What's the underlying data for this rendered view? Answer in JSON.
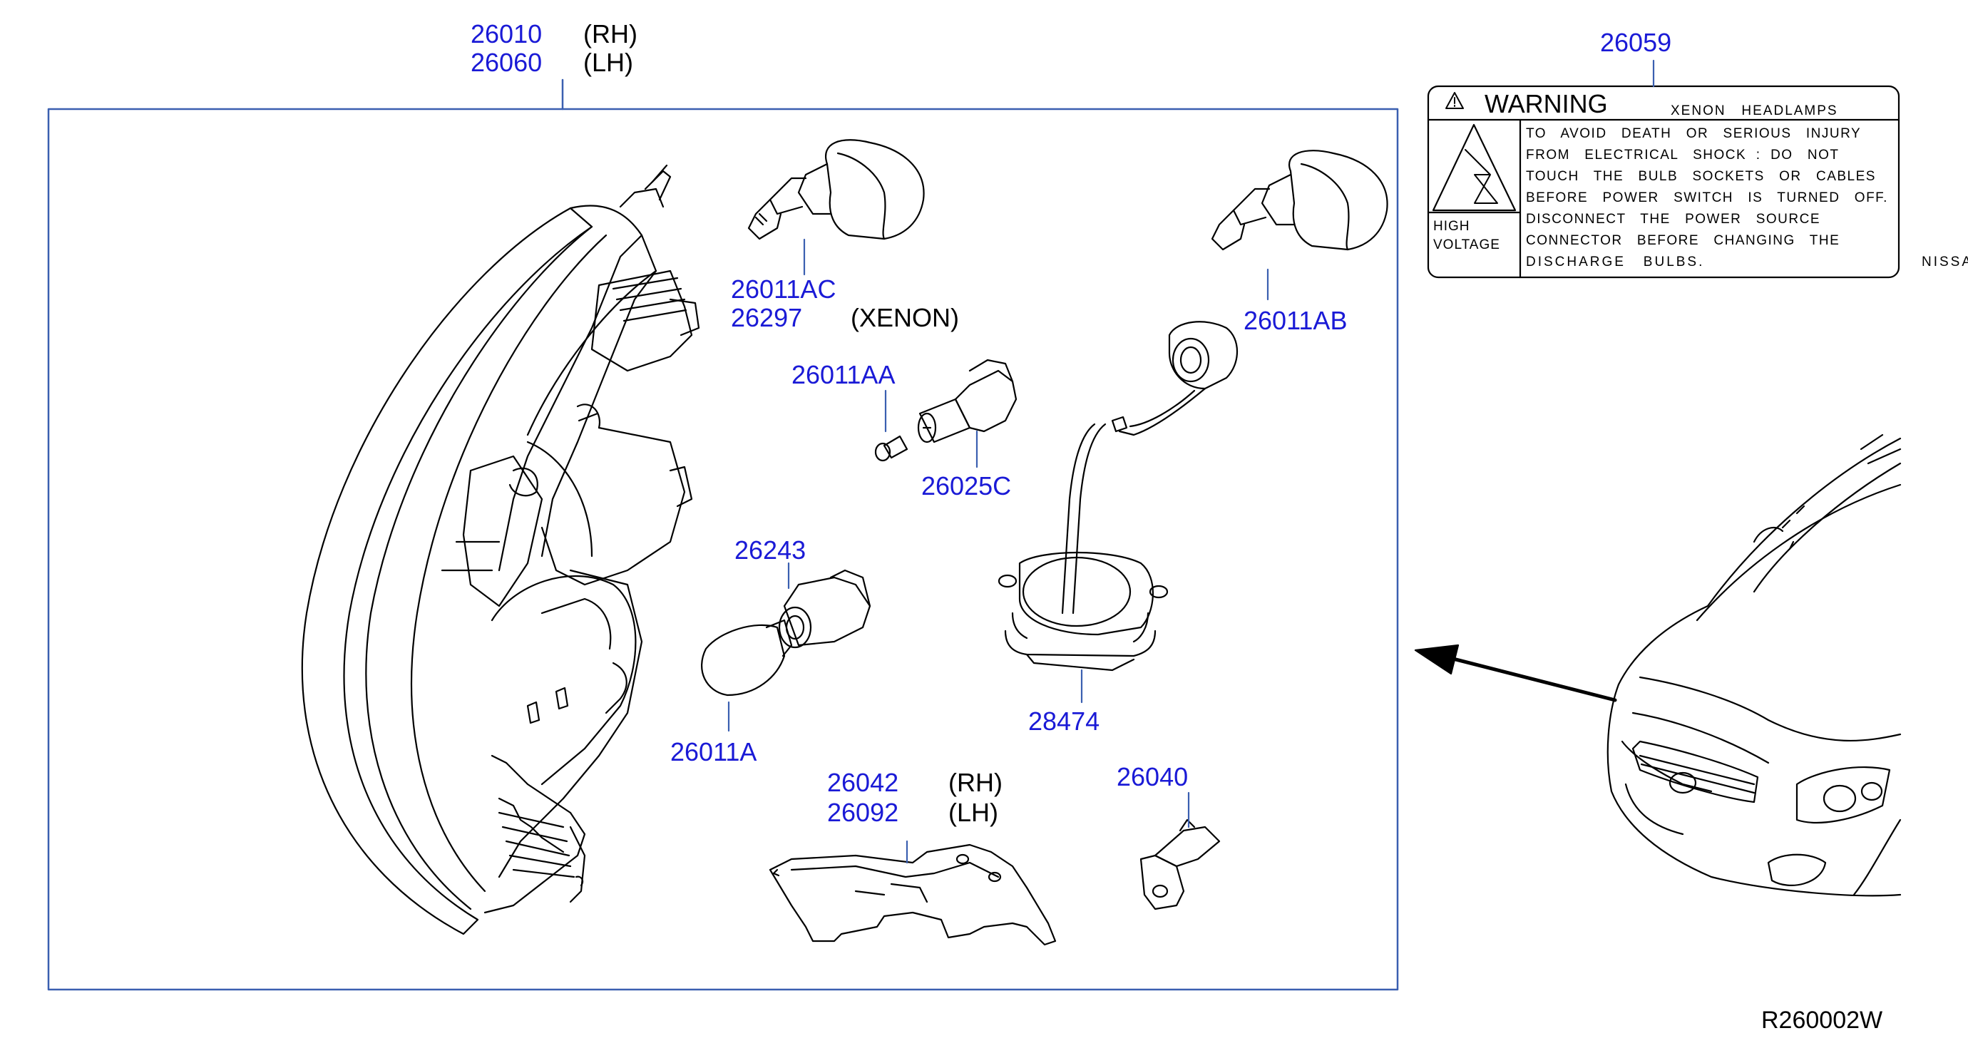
{
  "parts": {
    "p26010": "26010",
    "rh1": "(RH)",
    "p26060": "26060",
    "lh1": "(LH)",
    "p26059": "26059",
    "p26011AC": "26011AC",
    "p26297": "26297",
    "xenon": "(XENON)",
    "p26011AB": "26011AB",
    "p26011AA": "26011AA",
    "p26025C": "26025C",
    "p26243": "26243",
    "p26011A": "26011A",
    "p28474": "28474",
    "p26042": "26042",
    "rh2": "(RH)",
    "p26092": "26092",
    "lh2": "(LH)",
    "p26040": "26040"
  },
  "warning_label": {
    "title": "WARNING",
    "subtitle": "XENON   HEADLAMPS",
    "lines": [
      "TO   AVOID   DEATH   OR   SERIOUS   INJURY",
      "FROM   ELECTRICAL   SHOCK  :  DO   NOT",
      "TOUCH   THE   BULB   SOCKETS   OR   CABLES",
      "BEFORE   POWER   SWITCH   IS   TURNED   OFF.",
      "DISCONNECT   THE   POWER   SOURCE",
      "CONNECTOR   BEFORE   CHANGING   THE",
      "DISCHARGE   BULBS."
    ],
    "high": "HIGH",
    "voltage": "VOLTAGE",
    "brand": "NISSAN"
  },
  "ref_code": "R260002W",
  "colors": {
    "part_number": "#1a1ad6",
    "frame": "#3a5fb0",
    "line": "#000000"
  }
}
